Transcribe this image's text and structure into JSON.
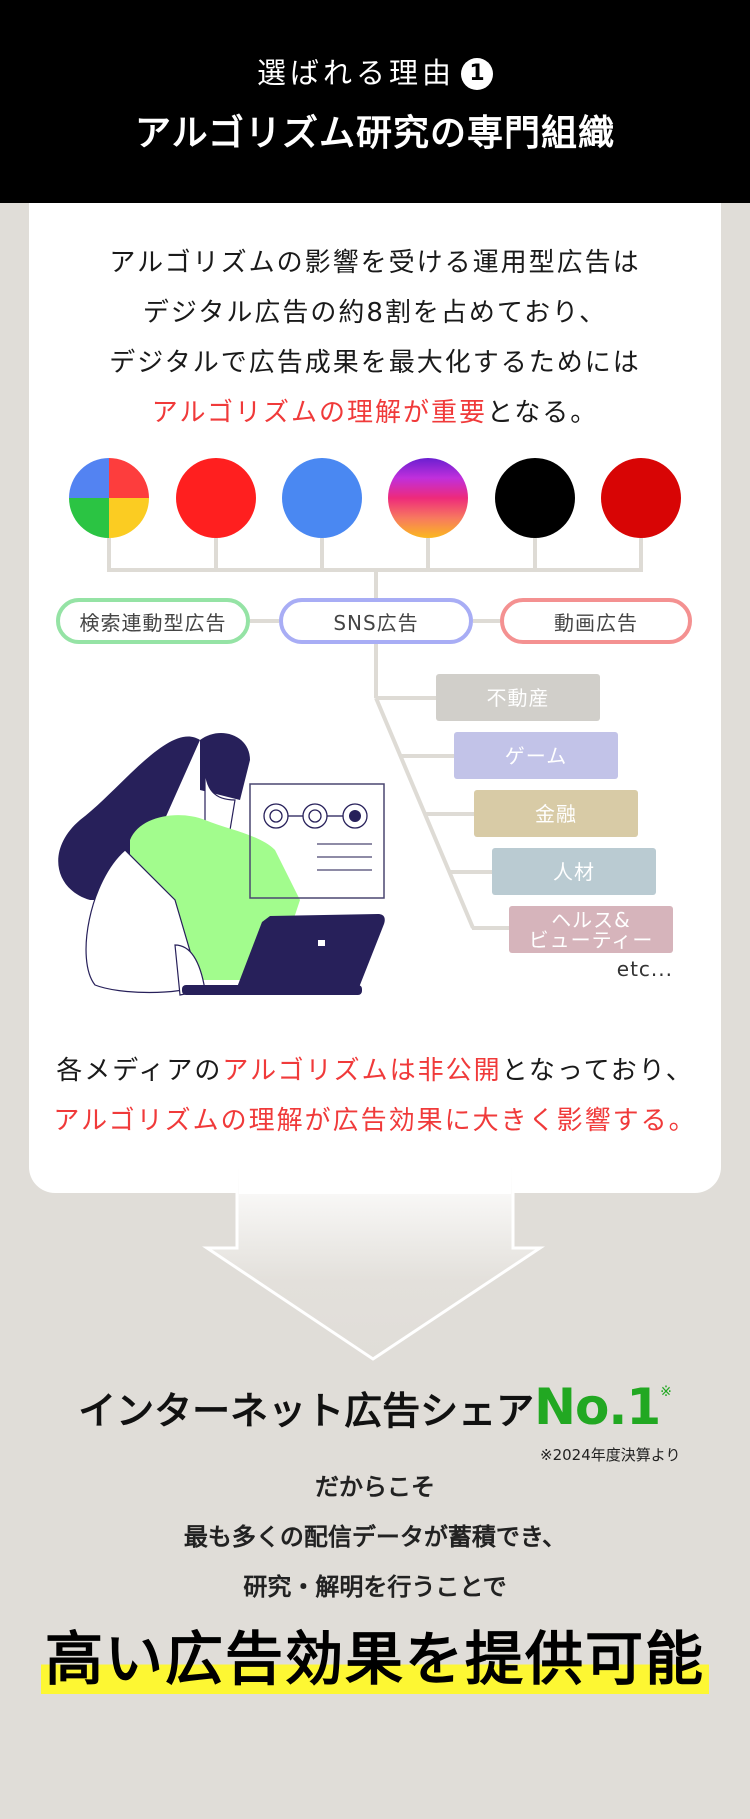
{
  "header": {
    "subtitle": "選ばれる理由",
    "number": "1",
    "title": "アルゴリズム研究の専門組織"
  },
  "intro": {
    "line1": "アルゴリズムの影響を受ける運用型広告は",
    "line2": "デジタル広告の約8割を占めており、",
    "line3": "デジタルで広告成果を最大化するためには",
    "line4_highlight1": "アルゴリズムの理解が重要",
    "line4_rest": "となる。"
  },
  "media_icons": [
    {
      "name": "google",
      "color": "multi"
    },
    {
      "name": "red-circle",
      "color": "#ff1f1f"
    },
    {
      "name": "blue-circle",
      "color": "#4a88f2"
    },
    {
      "name": "instagram",
      "color": "gradient"
    },
    {
      "name": "black-circle",
      "color": "#000000"
    },
    {
      "name": "dark-red-circle",
      "color": "#d80505"
    }
  ],
  "categories": [
    {
      "label": "検索連動型広告",
      "color": "#95e3a5"
    },
    {
      "label": "SNS広告",
      "color": "#a8adf5"
    },
    {
      "label": "動画広告",
      "color": "#f49191"
    }
  ],
  "industries": [
    {
      "label": "不動産",
      "color": "#d1cfca"
    },
    {
      "label": "ゲーム",
      "color": "#c2c3e8"
    },
    {
      "label": "金融",
      "color": "#d8cba6"
    },
    {
      "label": "人材",
      "color": "#bacbd2"
    },
    {
      "label_line1": "ヘルス&",
      "label_line2": "ビューティー",
      "color": "#d6b4bb"
    }
  ],
  "industries_more": "etc...",
  "closing": {
    "l1_a": "各メディアの",
    "l1_b": "アルゴリズムは非公開",
    "l1_c": "となっており、",
    "l2": "アルゴリズムの理解が広告効果に大きく影響する。"
  },
  "share": {
    "text": "インターネット広告シェア",
    "rank": "No.1",
    "mark": "※",
    "note": "※2024年度決算より"
  },
  "lead": {
    "line1": "だからこそ",
    "line2": "最も多くの配信データが蓄積でき、",
    "line3": "研究・解明を行うことで"
  },
  "final": "高い広告効果を提供可能",
  "colors": {
    "background": "#e0ddd8",
    "header": "#000000",
    "accent_red": "#f03a3a",
    "accent_green": "#22a822",
    "highlight_yellow": "#fdf733"
  }
}
